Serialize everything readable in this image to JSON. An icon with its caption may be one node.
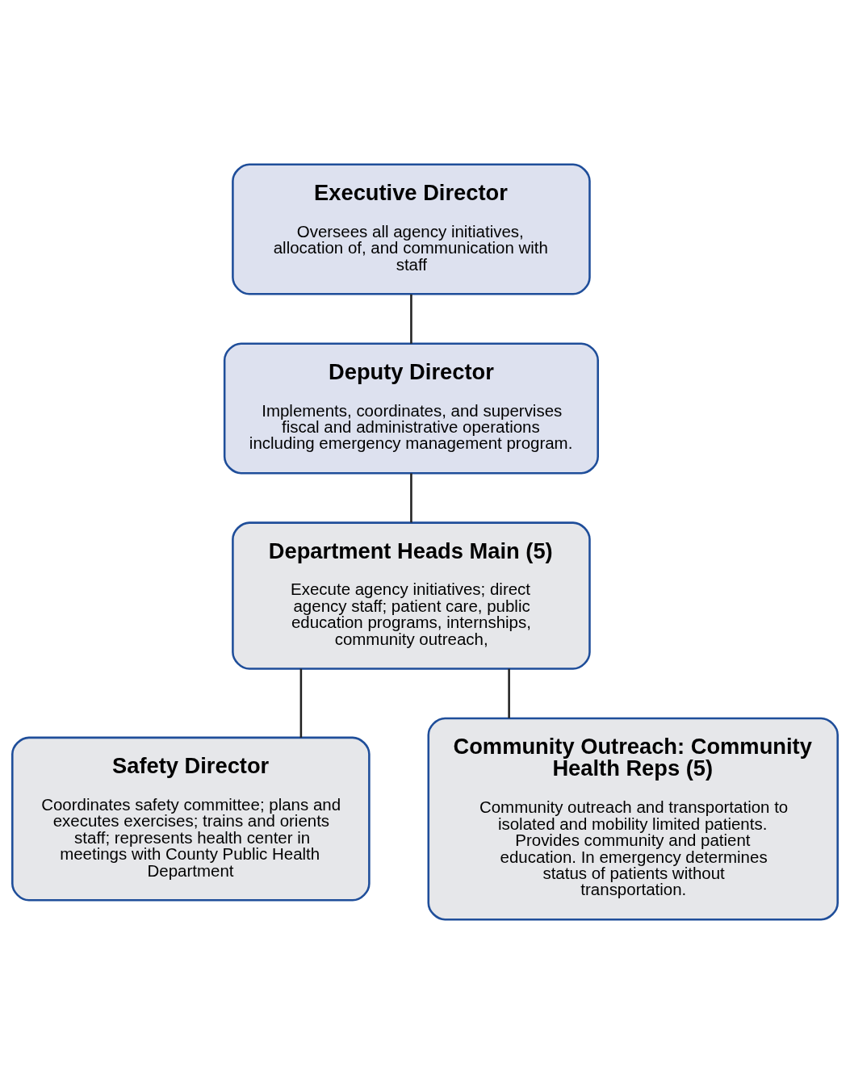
{
  "diagram": {
    "nodes": [
      {
        "text": [
          "Executive Director",
          "Oversees all agency initiatives, allocation of, and communication with staff"
        ]
      },
      {
        "text": [
          "Deputy Director",
          "Implements, coordinates, and supervises fiscal and administrative operations including emergency management program."
        ]
      },
      {
        "text": [
          "Department Heads Main (5)",
          "Execute agency initiatives; direct agency staff; patient care, public education programs, internships, community outreach,"
        ]
      },
      {
        "text": [
          "Safety Director",
          "Coordinates safety committee; plans and executes exercises; trains and orients staff; represents health center in meetings with County Public Health Department"
        ]
      },
      {
        "text": [
          "Community Outreach: Community Health Reps (5)",
          "Community outreach and transportation to isolated and mobility limited patients. Provides community and patient education. In emergency determines status of patients without transportation."
        ]
      }
    ],
    "edges": [
      {
        "from": 0,
        "to": 1,
        "arrow": "none"
      },
      {
        "from": 1,
        "to": 2,
        "arrow": "none"
      },
      {
        "from": 2,
        "to": 3,
        "arrow": "none"
      },
      {
        "from": 2,
        "to": 4,
        "arrow": "none"
      }
    ]
  }
}
